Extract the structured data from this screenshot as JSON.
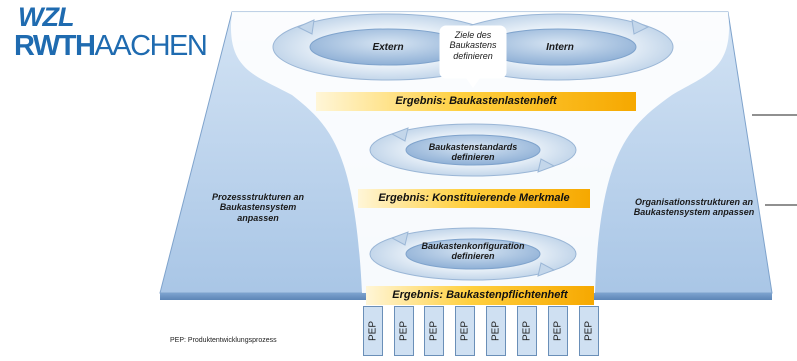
{
  "logo": {
    "line1": "WZL",
    "line2_bold": "RWTH",
    "line2_rest": "AACHEN"
  },
  "cycle1": {
    "left": "Extern",
    "right": "Intern",
    "center": [
      "Ziele des",
      "Baukastens",
      "definieren"
    ]
  },
  "banner1": "Ergebnis: Baukastenlastenheft",
  "cycle2": {
    "text": [
      "Baukastenstandards",
      "definieren"
    ]
  },
  "banner2": "Ergebnis: Konstituierende Merkmale",
  "cycle3": {
    "text": [
      "Baukastenkonfiguration",
      "definieren"
    ]
  },
  "banner3": "Ergebnis: Baukastenpflichtenheft",
  "left_side": [
    "Prozessstrukturen an",
    "Baukastensystem",
    "anpassen"
  ],
  "right_side": [
    "Organisationsstrukturen an",
    "Baukastensystem anpassen"
  ],
  "pep_labels": [
    "PEP",
    "PEP",
    "PEP",
    "PEP",
    "PEP",
    "PEP",
    "PEP",
    "PEP"
  ],
  "footnote": "PEP: Produktentwicklungsprozess",
  "colors": {
    "brand": "#1f6bb0",
    "platform": "#b5cfea",
    "banner": "#f6a800"
  }
}
